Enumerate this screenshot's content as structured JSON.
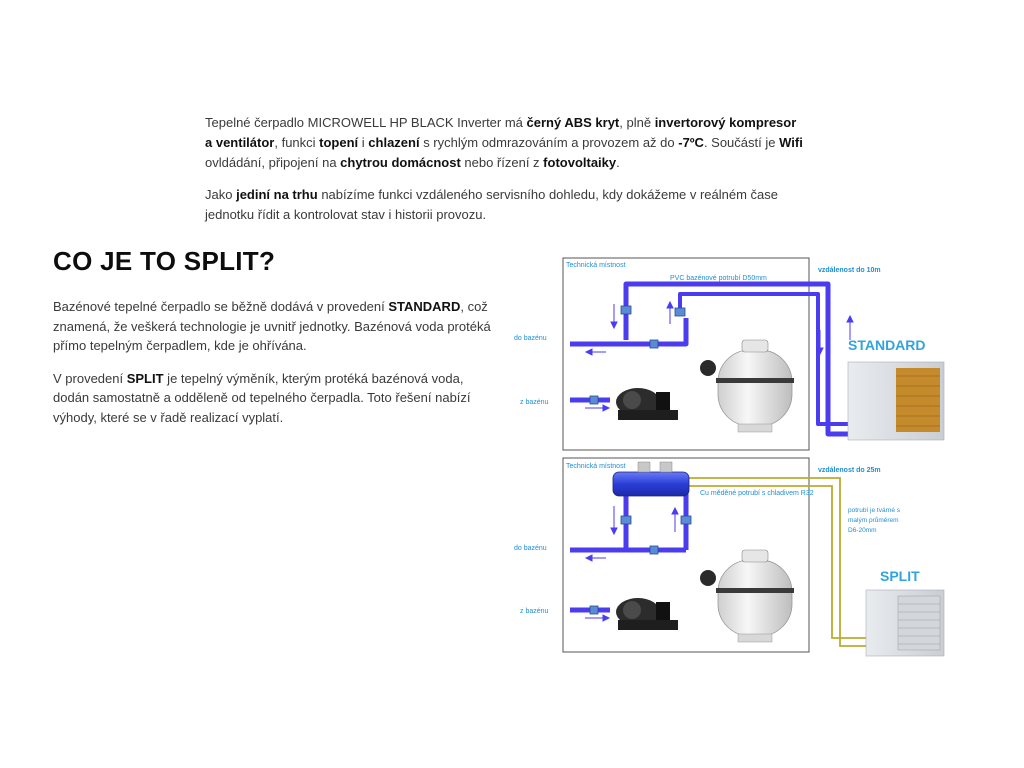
{
  "intro": {
    "p1": {
      "t1": "Tepelné čerpadlo MICROWELL HP BLACK Inverter má ",
      "b1": "černý ABS kryt",
      "t2": ", plně ",
      "b2": "invertorový kompresor a ventilátor",
      "t3": ", funkci ",
      "b3": "topení",
      "t4": " i ",
      "b4": "chlazení",
      "t5": " s rychlým odmrazováním a provozem až do ",
      "b5": "-7ºC",
      "t6": ". Součástí je ",
      "b6": "Wifi",
      "t7": " ovldádání, připojení na ",
      "b7": "chytrou domácnost",
      "t8": " nebo řízení z ",
      "b8": "fotovoltaiky",
      "t9": "."
    },
    "p2": {
      "t1": "Jako ",
      "b1": "jediní na trhu",
      "t2": " nabízíme funkci vzdáleného servisního dohledu, kdy dokážeme v reálném čase jednotku řídit a kontrolovat stav i historii provozu."
    }
  },
  "section": {
    "heading": "CO JE TO SPLIT?",
    "p1": {
      "t1": "Bazénové tepelné čerpadlo se běžně dodává v provedení ",
      "b1": "STANDARD",
      "t2": ", což znamená, že veškerá technologie je uvnitř jednotky. Bazénová voda protéká přímo tepelným čerpadlem, kde je ohřívána."
    },
    "p2": {
      "t1": "V provedení ",
      "b1": "SPLIT",
      "t2": " je tepelný výměník, kterým protéká bazénová voda, dodán samostatně a odděleně od tepelného čerpadla. Toto řešení nabízí výhody, které se v řadě realizací vyplatí."
    }
  },
  "diagram": {
    "top": {
      "room_label": "Technická místnost",
      "pipe_label": "PVC bazénové potrubí D50mm",
      "distance_label": "vzdálenost do 10m",
      "to_pool": "do bazénu",
      "from_pool": "z bazénu",
      "unit_label": "STANDARD"
    },
    "bottom": {
      "room_label": "Technická místnost",
      "pipe_label": "Cu měděné potrubí s chladivem R32",
      "distance_label": "vzdálenost do 25m",
      "note_line1": "potrubí je tvárné s",
      "note_line2": "malým průměrem",
      "note_line3": "D6-20mm",
      "to_pool": "do bazénu",
      "from_pool": "z bazénu",
      "unit_label": "SPLIT"
    },
    "colors": {
      "pipe": "#4b3cf0",
      "label_blue": "#1f8fd6",
      "unit_label": "#33a3dc",
      "copper": "#b8ad2e"
    }
  }
}
